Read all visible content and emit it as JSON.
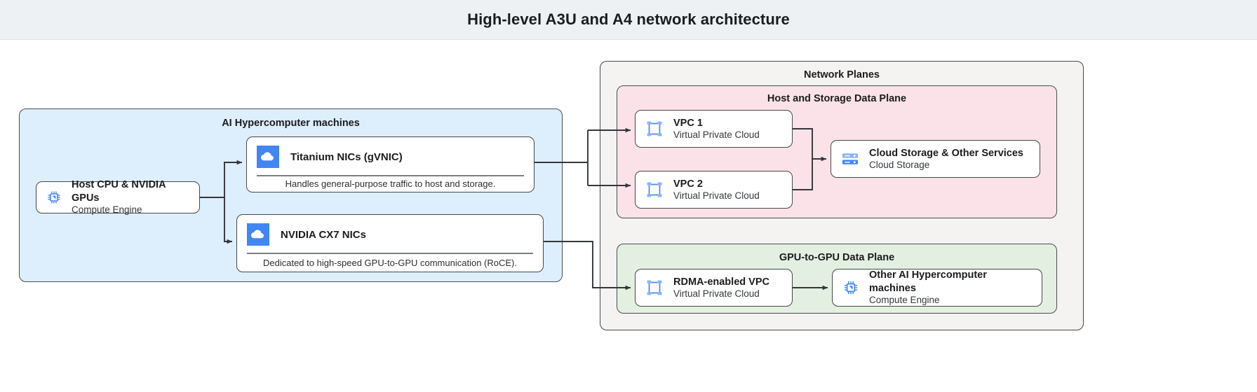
{
  "header": {
    "title": "High-level A3U and A4 network architecture"
  },
  "left_panel": {
    "title": "AI Hypercomputer machines",
    "host_card": {
      "icon": "cpu-chip-icon",
      "title": "Host CPU & NVIDIA GPUs",
      "subtitle": "Compute Engine"
    },
    "nics": [
      {
        "icon": "cloud-icon",
        "title": "Titanium NICs (gVNIC)",
        "caption": "Handles general-purpose traffic to host and storage."
      },
      {
        "icon": "cloud-icon",
        "title": "NVIDIA CX7 NICs",
        "caption": "Dedicated to high-speed GPU-to-GPU communication (RoCE)."
      }
    ]
  },
  "network_planes": {
    "title": "Network Planes",
    "host_storage_plane": {
      "title": "Host and Storage Data Plane",
      "nodes": [
        {
          "icon": "vpc-icon",
          "title": "VPC 1",
          "subtitle": "Virtual Private Cloud"
        },
        {
          "icon": "vpc-icon",
          "title": "VPC 2",
          "subtitle": "Virtual Private Cloud"
        },
        {
          "icon": "storage-icon",
          "title": "Cloud Storage & Other Services",
          "subtitle": "Cloud Storage"
        }
      ]
    },
    "gpu_plane": {
      "title": "GPU-to-GPU Data Plane",
      "nodes": [
        {
          "icon": "vpc-icon",
          "title": "RDMA-enabled VPC",
          "subtitle": "Virtual Private Cloud"
        },
        {
          "icon": "cpu-chip-icon",
          "title": "Other AI Hypercomputer machines",
          "subtitle": "Compute Engine"
        }
      ]
    }
  },
  "colors": {
    "header_bg": "#eef1f3",
    "blue": "#ddeefc",
    "pink": "#fbe2e8",
    "green": "#e3f0e1",
    "gray": "#f4f3f2",
    "accent_blue": "#4285f4",
    "icon_light_blue": "#8ab4f8",
    "stroke": "#45484b"
  }
}
